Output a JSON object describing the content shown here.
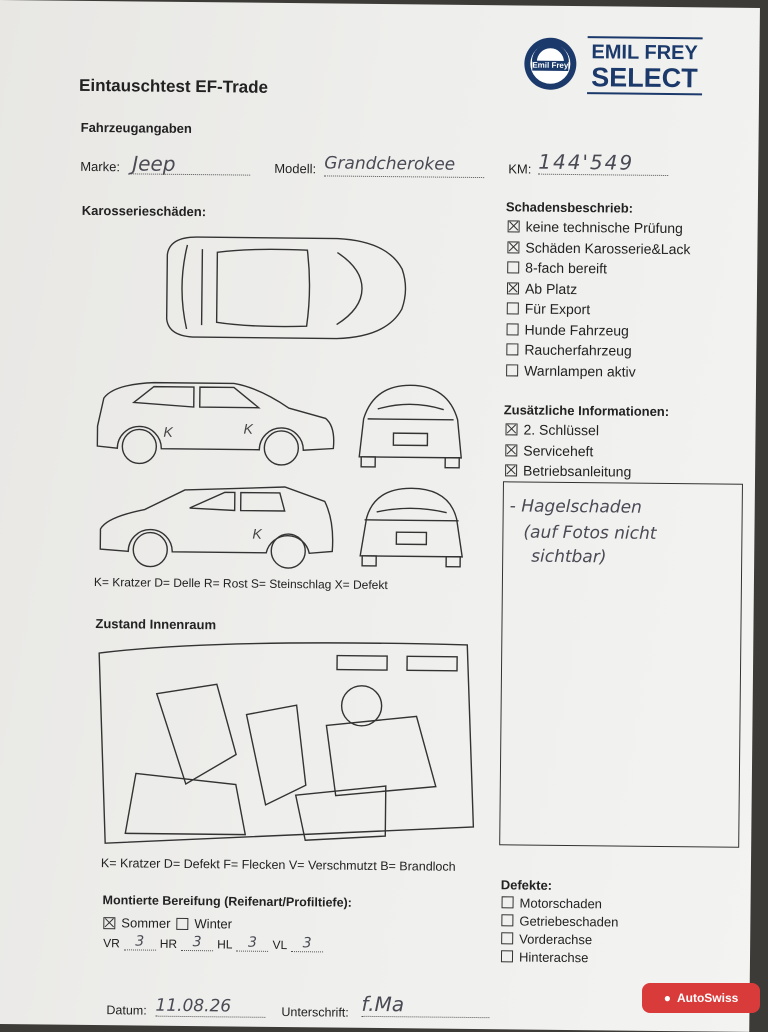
{
  "header": {
    "title": "Eintauschtest EF-Trade",
    "logo": {
      "seal_text": "Emil Frey",
      "brand_line1": "EMIL FREY",
      "brand_line2": "SELECT",
      "color": "#1b3a6b"
    }
  },
  "vehicle": {
    "section": "Fahrzeugangaben",
    "make_label": "Marke:",
    "make_value": "Jeep",
    "model_label": "Modell:",
    "model_value": "Grandcherokee",
    "km_label": "KM:",
    "km_value": "144'549"
  },
  "body_damage": {
    "title": "Karosserieschäden:",
    "legend": "K= Kratzer D= Delle R= Rost S= Steinschlag X= Defekt",
    "marks": [
      "K",
      "K",
      "K"
    ]
  },
  "damage_description": {
    "title": "Schadensbeschrieb:",
    "items": [
      {
        "label": "keine technische Prüfung",
        "checked": true
      },
      {
        "label": "Schäden Karosserie&Lack",
        "checked": true
      },
      {
        "label": "8-fach bereift",
        "checked": false
      },
      {
        "label": "Ab Platz",
        "checked": true
      },
      {
        "label": "Für Export",
        "checked": false
      },
      {
        "label": "Hunde Fahrzeug",
        "checked": false
      },
      {
        "label": "Raucherfahrzeug",
        "checked": false
      },
      {
        "label": "Warnlampen aktiv",
        "checked": false
      }
    ]
  },
  "additional_info": {
    "title": "Zusätzliche Informationen:",
    "items": [
      {
        "label": "2. Schlüssel",
        "checked": true
      },
      {
        "label": "Serviceheft",
        "checked": true
      },
      {
        "label": "Betriebsanleitung",
        "checked": true
      }
    ],
    "notes_line1": "- Hagelschaden",
    "notes_line2": "(auf Fotos nicht",
    "notes_line3": "sichtbar)"
  },
  "interior": {
    "title": "Zustand Innenraum",
    "legend": "K= Kratzer D= Defekt F= Flecken V= Verschmutzt B= Brandloch"
  },
  "tires": {
    "title": "Montierte Bereifung (Reifenart/Profiltiefe):",
    "summer_label": "Sommer",
    "summer_checked": true,
    "winter_label": "Winter",
    "winter_checked": false,
    "vr_label": "VR",
    "vr_value": "3",
    "hr_label": "HR",
    "hr_value": "3",
    "hl_label": "HL",
    "hl_value": "3",
    "vl_label": "VL",
    "vl_value": "3"
  },
  "defects": {
    "title": "Defekte:",
    "items": [
      {
        "label": "Motorschaden",
        "checked": false
      },
      {
        "label": "Getriebeschaden",
        "checked": false
      },
      {
        "label": "Vorderachse",
        "checked": false
      },
      {
        "label": "Hinterachse",
        "checked": false
      }
    ]
  },
  "footer": {
    "date_label": "Datum:",
    "date_value": "11.08.26",
    "signature_label": "Unterschrift:",
    "signature_value": "f.Ma"
  },
  "watermark": {
    "label": "AutoSwiss"
  }
}
